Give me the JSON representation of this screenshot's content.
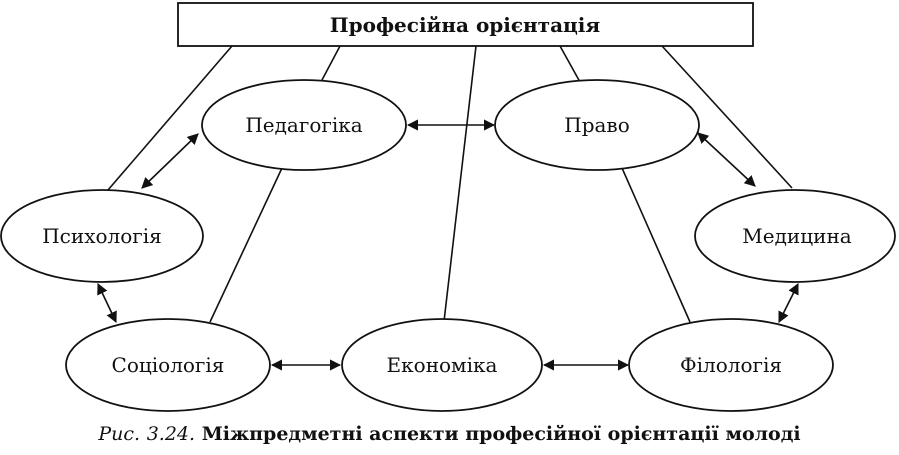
{
  "title": "Професійна орієнтація",
  "nodes": {
    "pedagogy": "Педагогіка",
    "law": "Право",
    "psychology": "Психологія",
    "medicine": "Медицина",
    "sociology": "Соціологія",
    "economics": "Економіка",
    "philology": "Філологія"
  },
  "caption": {
    "prefix": "Рис.",
    "number": "3.24.",
    "text": "Міжпредметні аспекти професійної орієнтації молоді"
  }
}
